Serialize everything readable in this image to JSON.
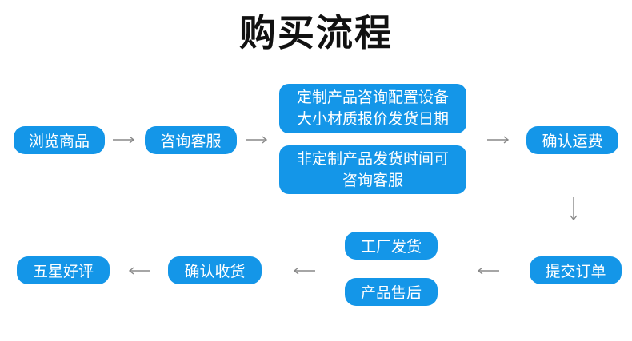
{
  "title": "购买流程",
  "steps": {
    "browse": "浏览商品",
    "consult": "咨询客服",
    "custom_line1": "定制产品咨询配置设备",
    "custom_line2": "大小材质报价发货日期",
    "noncustom_line1": "非定制产品发货时间可",
    "noncustom_line2": "咨询客服",
    "confirm_shipping": "确认运费",
    "submit_order": "提交订单",
    "factory_ship": "工厂发货",
    "after_sales": "产品售后",
    "confirm_receipt": "确认收货",
    "five_star": "五星好评"
  },
  "colors": {
    "pill_bg": "#1496e8",
    "pill_text": "#ffffff",
    "arrow": "#888888",
    "title": "#111111"
  }
}
